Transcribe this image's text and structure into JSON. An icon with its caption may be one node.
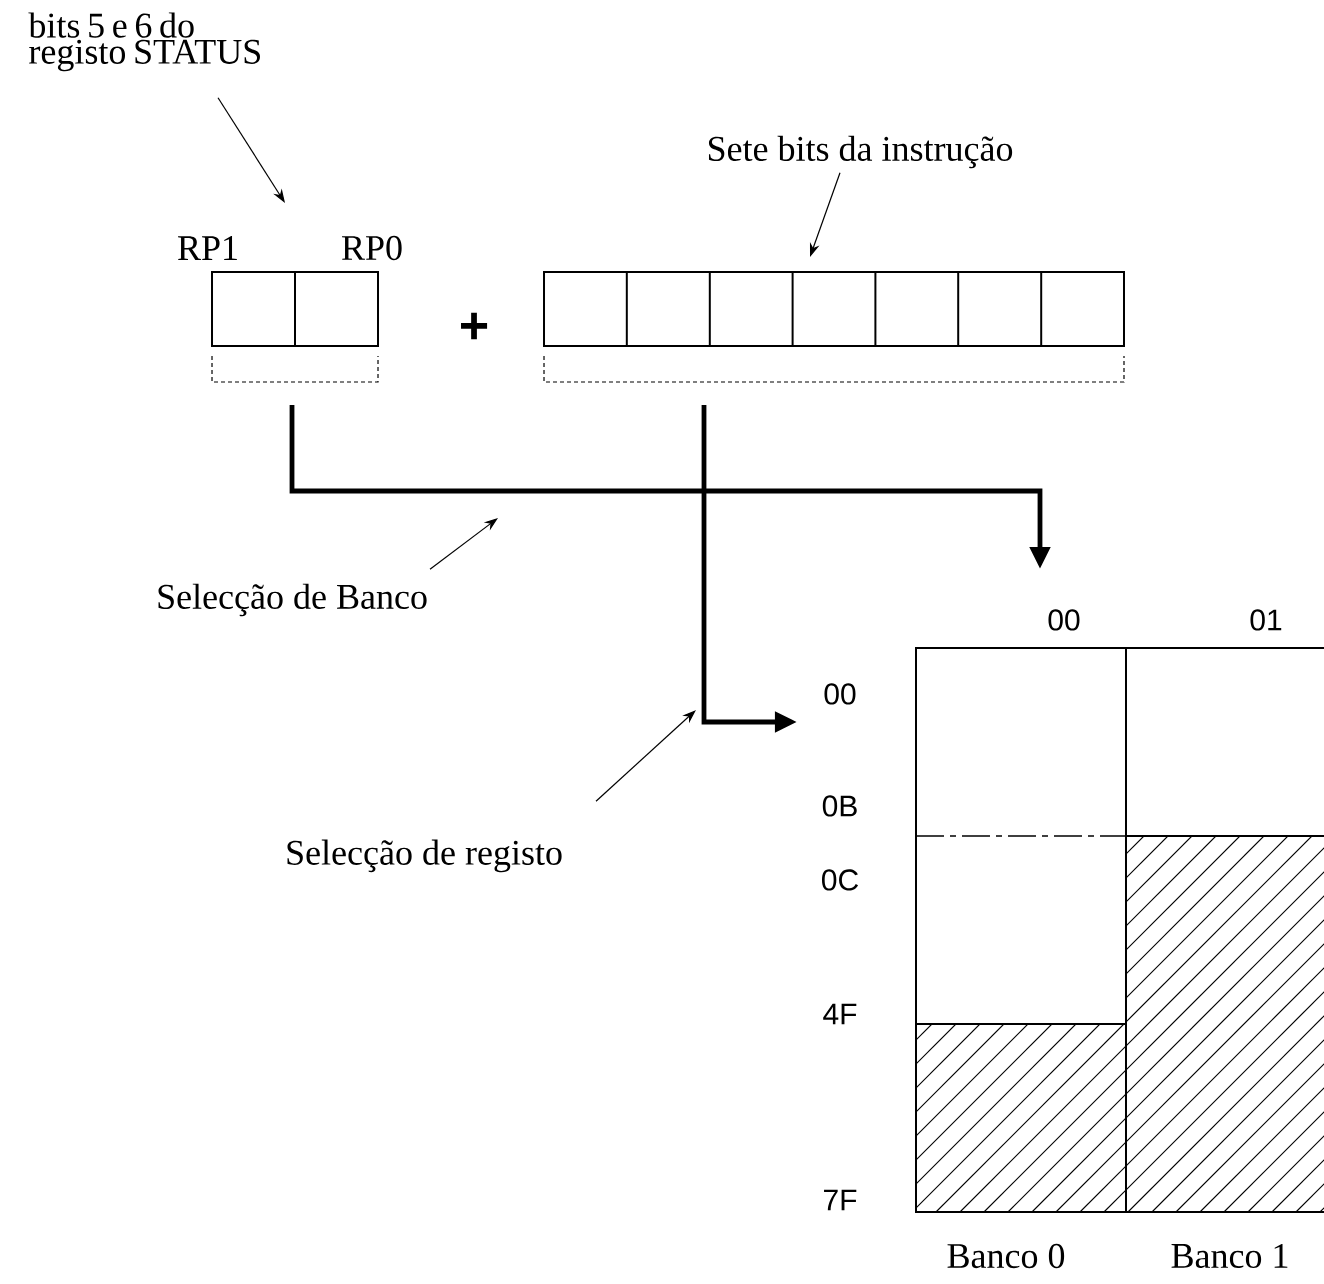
{
  "diagram": {
    "nodes": [
      {
        "text": [
          "bits 5 e 6 do registo STATUS"
        ]
      },
      {
        "text": [
          "RP1",
          "RP0"
        ]
      },
      {
        "text": [
          "Sete bits da instrução"
        ]
      },
      {
        "text": [],
        "shape": "box"
      },
      {
        "text": [
          "Selecção de Banco"
        ]
      },
      {
        "text": [
          "00"
        ]
      },
      {
        "text": [
          "00"
        ]
      },
      {
        "text": [
          "Selecção de registo"
        ]
      }
    ],
    "edges": [
      {
        "from": 0,
        "to": 1,
        "arrow": "to"
      },
      {
        "from": 2,
        "to": 3,
        "arrow": "to"
      },
      {
        "from": 1,
        "to": 5,
        "arrow": "to",
        "style": "thick"
      },
      {
        "from": 3,
        "to": 6,
        "arrow": "to",
        "style": "thick"
      },
      {
        "from": 4,
        "to": null,
        "arrow": "to"
      },
      {
        "from": 7,
        "to": null,
        "arrow": "to"
      }
    ],
    "labels": [
      "+",
      "01",
      "0B",
      "0C",
      "4F",
      "7F",
      "Banco 0",
      "Banco 1"
    ]
  }
}
